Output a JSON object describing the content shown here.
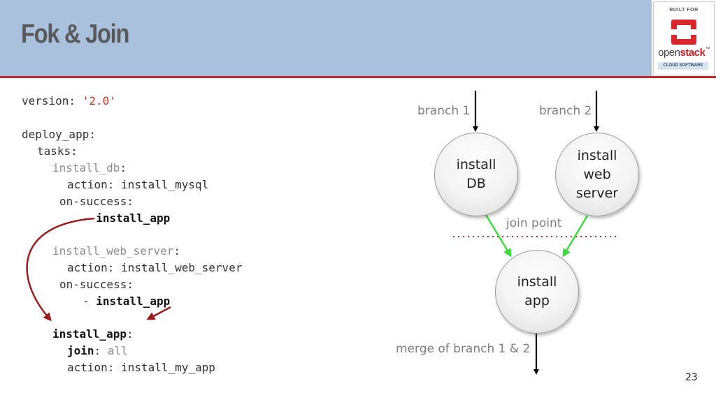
{
  "slide": {
    "title": "Fok & Join",
    "page_number": "23"
  },
  "logo": {
    "built_for": "BUILT FOR",
    "brand_prefix": "open",
    "brand_suffix": "stack",
    "tm": "™",
    "tagline": "CLOUD SOFTWARE"
  },
  "code": {
    "version_key": "version: ",
    "version_value": "'2.0'",
    "workflow": "deploy_app:",
    "tasks": "tasks:",
    "task_db": "install_db",
    "task_db_action": "action: install_mysql",
    "task_db_on_success": "on-success:",
    "task_db_next_dash": "- ",
    "task_db_next": "install_app",
    "task_web": "install_web_server",
    "task_web_action": "action: install_web_server",
    "task_web_on_success": "on-success:",
    "task_web_next_dash": "- ",
    "task_web_next": "install_app",
    "task_app": "install_app",
    "task_app_join_key": "join",
    "task_app_join_value": "all",
    "task_app_action": "action: install_my_app",
    "colon": ":"
  },
  "diagram": {
    "branch1_label": "branch 1",
    "branch2_label": "branch 2",
    "node_db": [
      "install",
      "DB"
    ],
    "node_web": [
      "install",
      "web",
      "server"
    ],
    "node_app": [
      "install",
      "app"
    ],
    "join_label": "join point",
    "merge_label": "merge of branch 1 & 2",
    "colors": {
      "arrow_black": "#000000",
      "arrow_green": "#3ddc3d",
      "arrow_red": "#9b1c1c",
      "dotted_line": "#b03030"
    }
  }
}
